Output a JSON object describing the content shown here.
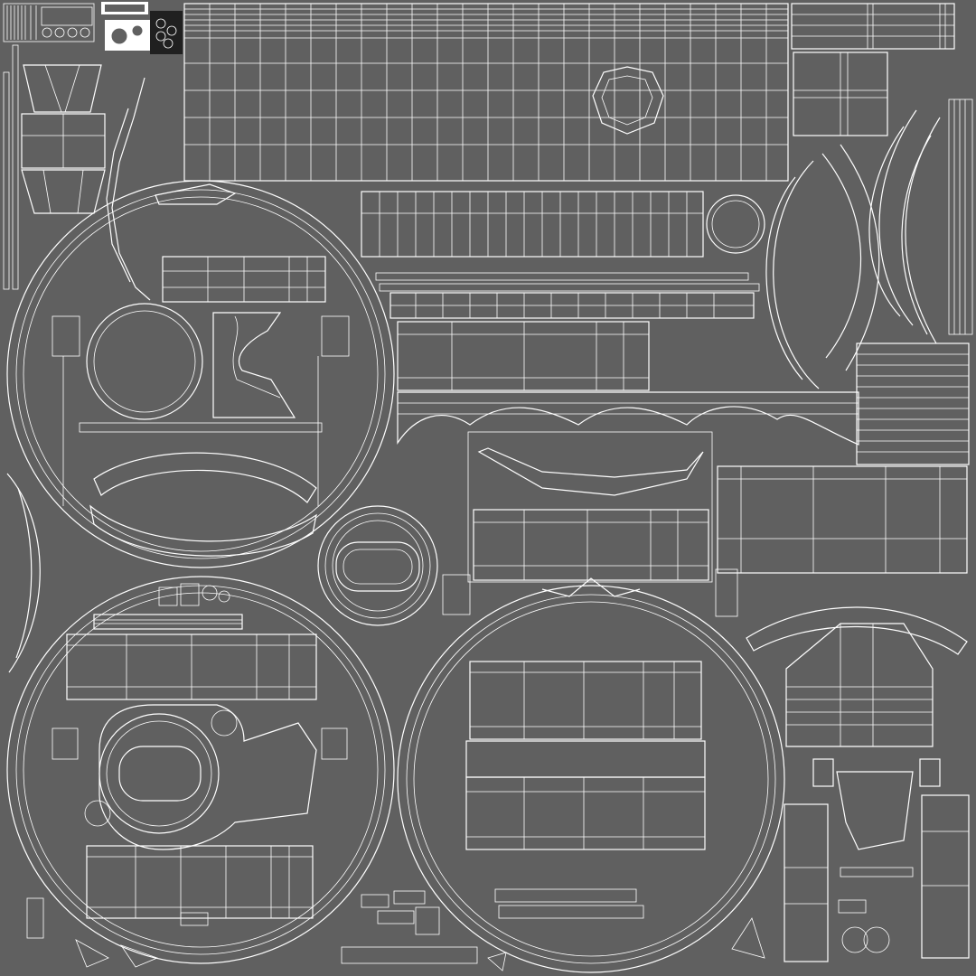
{
  "canvas": {
    "background": "#606060",
    "line_color": "#ffffff"
  },
  "elements": [
    "uv-island-cylinder-large-left",
    "uv-island-cylinder-bottom-left",
    "uv-island-cylinder-bottom-center",
    "uv-island-ring-small-center",
    "uv-island-grid-top",
    "uv-island-crescents-right",
    "uv-island-strips-center",
    "uv-island-icon-cluster-top-left"
  ]
}
